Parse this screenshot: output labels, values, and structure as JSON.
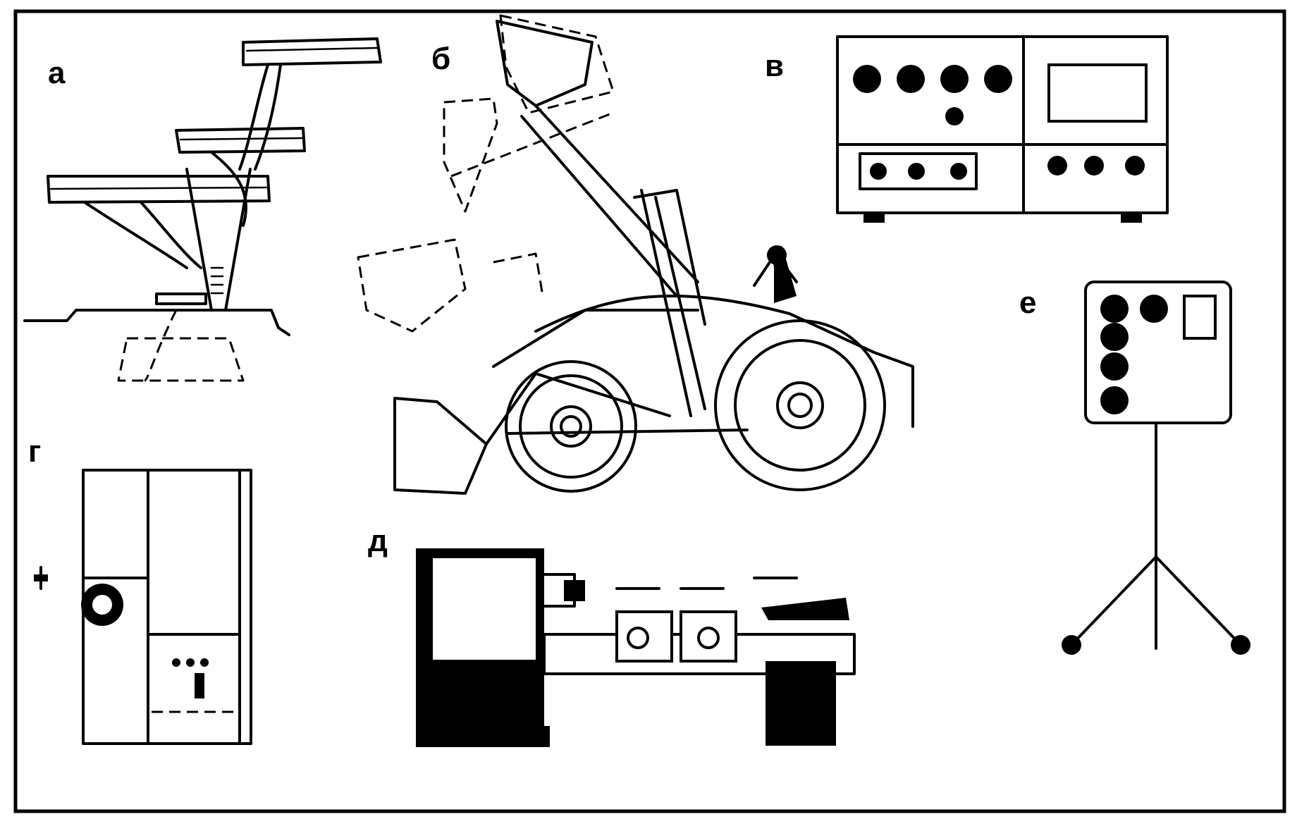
{
  "figure": {
    "panels": [
      {
        "label": "а"
      },
      {
        "label": "б"
      },
      {
        "label": "в"
      },
      {
        "label": "г"
      },
      {
        "label": "д"
      },
      {
        "label": "е"
      }
    ]
  },
  "colors": {
    "ink": "#000000",
    "paper": "#ffffff"
  }
}
